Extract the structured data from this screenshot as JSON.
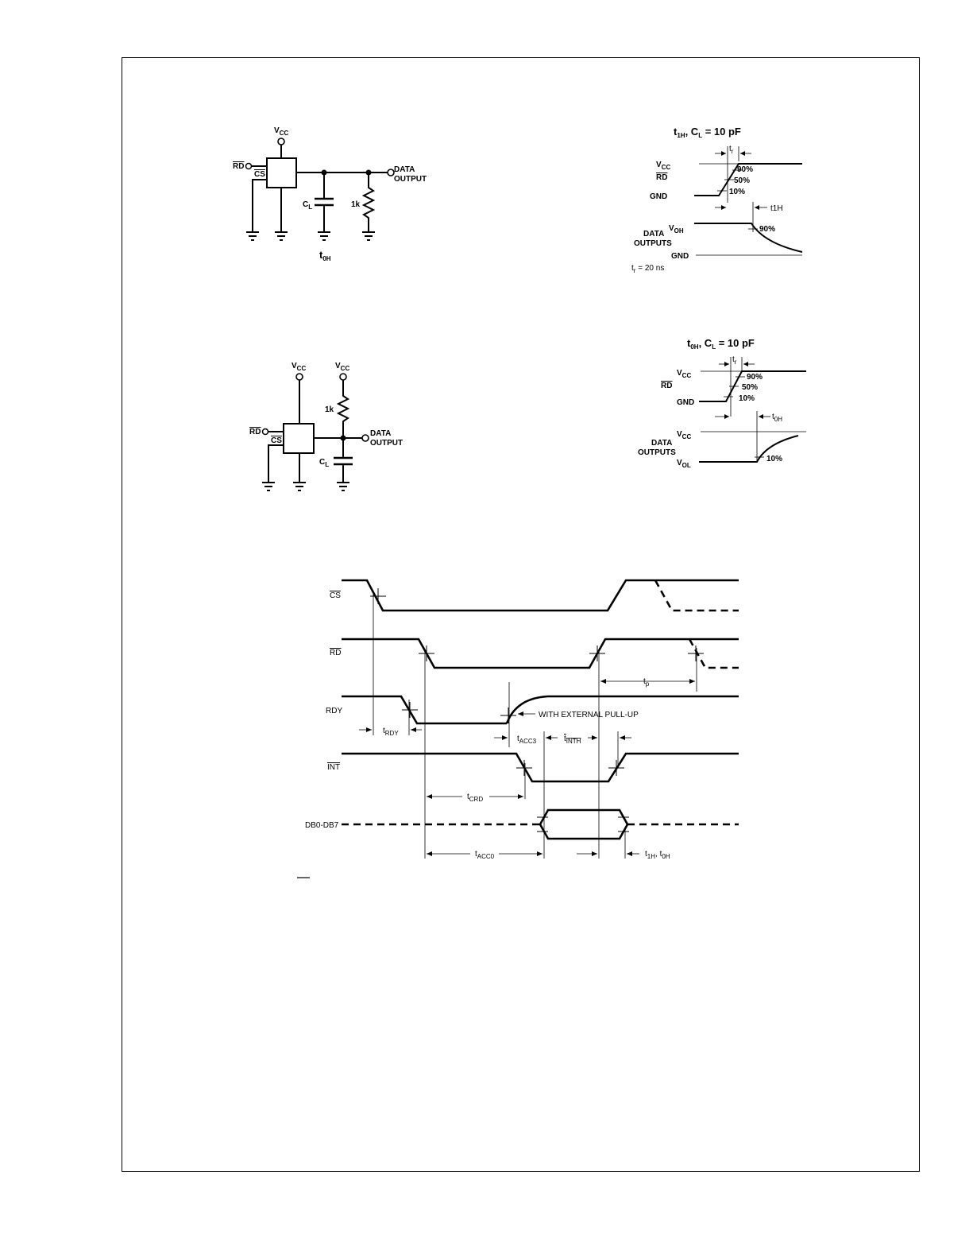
{
  "circuit1": {
    "vcc": "V",
    "vcc_sub": "CC",
    "rd": "RD",
    "cs": "CS",
    "data_out_1": "DATA",
    "data_out_2": "OUTPUT",
    "cl": "C",
    "cl_sub": "L",
    "res": "1k",
    "caption": "t",
    "caption_sub": "0H"
  },
  "circuit2": {
    "vcc": "V",
    "vcc_sub": "CC",
    "rd": "RD",
    "cs": "CS",
    "res": "1k",
    "data_out_1": "DATA",
    "data_out_2": "OUTPUT",
    "cl": "C",
    "cl_sub": "L"
  },
  "wave1": {
    "title_t": "t",
    "title_sub": "1H",
    "title_rest": ", C",
    "title_sub2": "L",
    "title_end": " = 10 pF",
    "tr": "t",
    "tr_sub": "r",
    "vcc": "V",
    "vcc_sub": "CC",
    "rd": "RD",
    "gnd": "GND",
    "p90": "90%",
    "p50": "50%",
    "p10": "10%",
    "t1h": "t1H",
    "voh": "V",
    "voh_sub": "OH",
    "data": "DATA",
    "outputs": "OUTPUTS",
    "p90b": "90%",
    "gnd2": "GND",
    "note": "t",
    "note_sub": "r",
    "note_rest": " = 20 ns"
  },
  "wave2": {
    "title_t": "t",
    "title_sub": "0H",
    "title_rest": ", C",
    "title_sub2": "L",
    "title_end": " = 10 pF",
    "tr": "t",
    "tr_sub": "r",
    "vcc": "V",
    "vcc_sub": "CC",
    "rd": "RD",
    "gnd": "GND",
    "p90": "90%",
    "p50": "50%",
    "p10": "10%",
    "t0h": "t",
    "t0h_sub": "0H",
    "vcc2": "V",
    "vcc2_sub": "CC",
    "data": "DATA",
    "outputs": "OUTPUTS",
    "vol": "V",
    "vol_sub": "OL",
    "p10b": "10%"
  },
  "timing": {
    "cs": "CS",
    "rd": "RD",
    "rdy": "RDY",
    "int": "INT",
    "db": "DB0-DB7",
    "tp": "t",
    "tp_sub": "p",
    "pullup": "WITH EXTERNAL PULL-UP",
    "trdy": "t",
    "trdy_sub": "RDY",
    "tacc3": "t",
    "tacc3_sub": "ACC3",
    "tinth": "t",
    "tinth_sub": "INTH",
    "tcrd": "t",
    "tcrd_sub": "CRD",
    "tacc0": "t",
    "tacc0_sub": "ACC0",
    "t1h": "t",
    "t1h_sub": "1H",
    "t1h_sep": ", t",
    "t0h_sub": "0H"
  }
}
